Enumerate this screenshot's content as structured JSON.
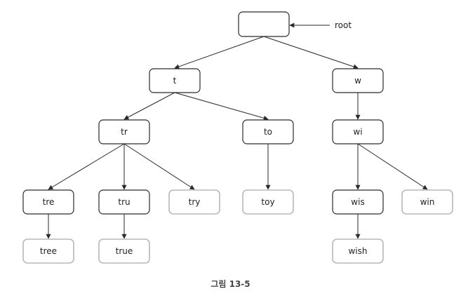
{
  "root_label": "root",
  "caption": "그림 13-5",
  "nodes": [
    {
      "id": "root",
      "label": "",
      "kind": "internal"
    },
    {
      "id": "t",
      "label": "t",
      "kind": "internal"
    },
    {
      "id": "w",
      "label": "w",
      "kind": "internal"
    },
    {
      "id": "tr",
      "label": "tr",
      "kind": "internal"
    },
    {
      "id": "to",
      "label": "to",
      "kind": "internal"
    },
    {
      "id": "wi",
      "label": "wi",
      "kind": "internal"
    },
    {
      "id": "tre",
      "label": "tre",
      "kind": "internal"
    },
    {
      "id": "tru",
      "label": "tru",
      "kind": "internal"
    },
    {
      "id": "try",
      "label": "try",
      "kind": "word"
    },
    {
      "id": "toy",
      "label": "toy",
      "kind": "word"
    },
    {
      "id": "wis",
      "label": "wis",
      "kind": "internal"
    },
    {
      "id": "win",
      "label": "win",
      "kind": "word"
    },
    {
      "id": "tree",
      "label": "tree",
      "kind": "word"
    },
    {
      "id": "true",
      "label": "true",
      "kind": "word"
    },
    {
      "id": "wish",
      "label": "wish",
      "kind": "word"
    }
  ],
  "edges": [
    [
      "root",
      "t"
    ],
    [
      "root",
      "w"
    ],
    [
      "t",
      "tr"
    ],
    [
      "t",
      "to"
    ],
    [
      "w",
      "wi"
    ],
    [
      "tr",
      "tre"
    ],
    [
      "tr",
      "tru"
    ],
    [
      "tr",
      "try"
    ],
    [
      "to",
      "toy"
    ],
    [
      "wi",
      "wis"
    ],
    [
      "wi",
      "win"
    ],
    [
      "tre",
      "tree"
    ],
    [
      "tru",
      "true"
    ],
    [
      "wis",
      "wish"
    ]
  ]
}
